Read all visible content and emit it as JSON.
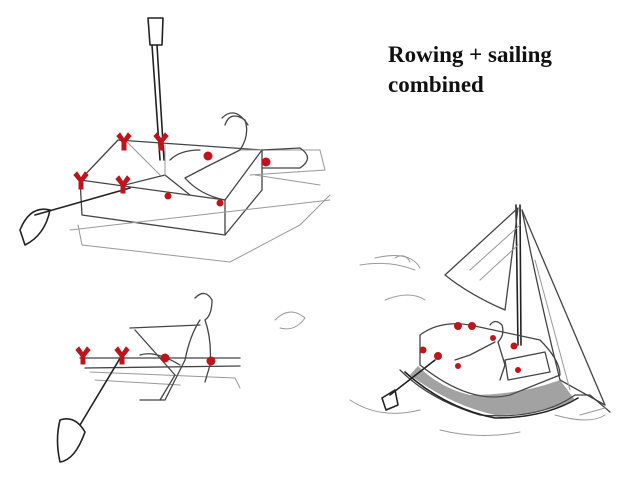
{
  "caption": {
    "line1": "Rowing + sailing",
    "line2": "combined"
  },
  "colors": {
    "accent_red": "#c0141c",
    "pencil": "#444444",
    "background": "#ffffff"
  },
  "icons": [
    "oarlock-marker",
    "seat-marker"
  ]
}
